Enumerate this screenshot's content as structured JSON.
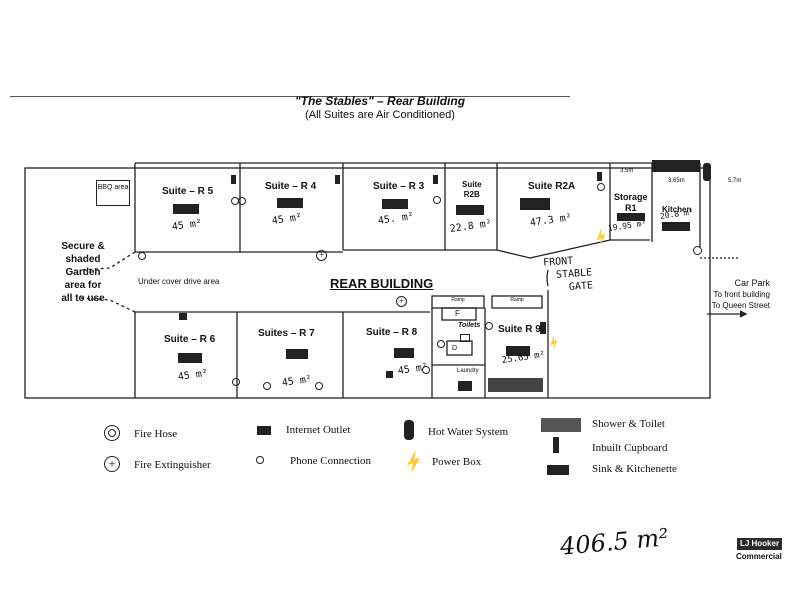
{
  "header": {
    "title": "\"The Stables\" – Rear Building",
    "subtitle": "(All Suites are Air Conditioned)"
  },
  "plan": {
    "bbq_area": "BBQ area",
    "building_label": "REAR BUILDING",
    "drive_area": "Under cover drive area",
    "garden_lines": [
      "Secure &",
      "shaded",
      "Garden",
      "area for",
      "all to use"
    ],
    "car_park": [
      "Car Park",
      "To front building",
      "To Queen Street"
    ],
    "dimensions": {
      "d1": "3.5m",
      "d2": "3.65m",
      "d3": "5.7m"
    },
    "front_gate": [
      "FRONT",
      "STABLE",
      "GATE"
    ],
    "toilets": "Toilets",
    "laundry": "Laundry",
    "ramp1": "Ramp",
    "ramp2": "Ramp",
    "f_mark": "F",
    "d_mark": "D",
    "top_rooms": [
      {
        "name": "Suite – R 5",
        "area": "45 m²"
      },
      {
        "name": "Suite – R 4",
        "area": "45 m²"
      },
      {
        "name": "Suite – R 3",
        "area": "45. m²"
      },
      {
        "name_line1": "Suite",
        "name_line2": "R2B",
        "area": "22.8 m²"
      },
      {
        "name": "Suite R2A",
        "area": "47.3 m²"
      },
      {
        "name_line1": "Storage",
        "name_line2": "R1",
        "area": "19.95 m²"
      },
      {
        "name": "Kitchen",
        "area": "20.8 m²"
      }
    ],
    "bottom_rooms": [
      {
        "name": "Suite – R 6",
        "area": "45 m²"
      },
      {
        "name": "Suites – R 7",
        "area": "45 m²"
      },
      {
        "name": "Suite – R 8",
        "area": "45 m²"
      },
      {
        "name": "Suite R 9",
        "area": "25.65 m²"
      }
    ]
  },
  "legend": [
    {
      "icon": "fire-hose-icon",
      "label": "Fire Hose"
    },
    {
      "icon": "fire-extinguisher-icon",
      "label": "Fire Extinguisher"
    },
    {
      "icon": "internet-outlet-icon",
      "label": "Internet Outlet"
    },
    {
      "icon": "phone-connection-icon",
      "label": "Phone Connection"
    },
    {
      "icon": "hot-water-system-icon",
      "label": "Hot Water System"
    },
    {
      "icon": "power-box-icon",
      "label": "Power Box"
    },
    {
      "icon": "shower-toilet-icon",
      "label": "Shower & Toilet"
    },
    {
      "icon": "inbuilt-cupboard-icon",
      "label": "Inbuilt Cupboard"
    },
    {
      "icon": "sink-kitchenette-icon",
      "label": "Sink & Kitchenette"
    }
  ],
  "total_area": "406.5 m²",
  "brand": {
    "name": "LJ Hooker",
    "sub": "Commercial"
  }
}
